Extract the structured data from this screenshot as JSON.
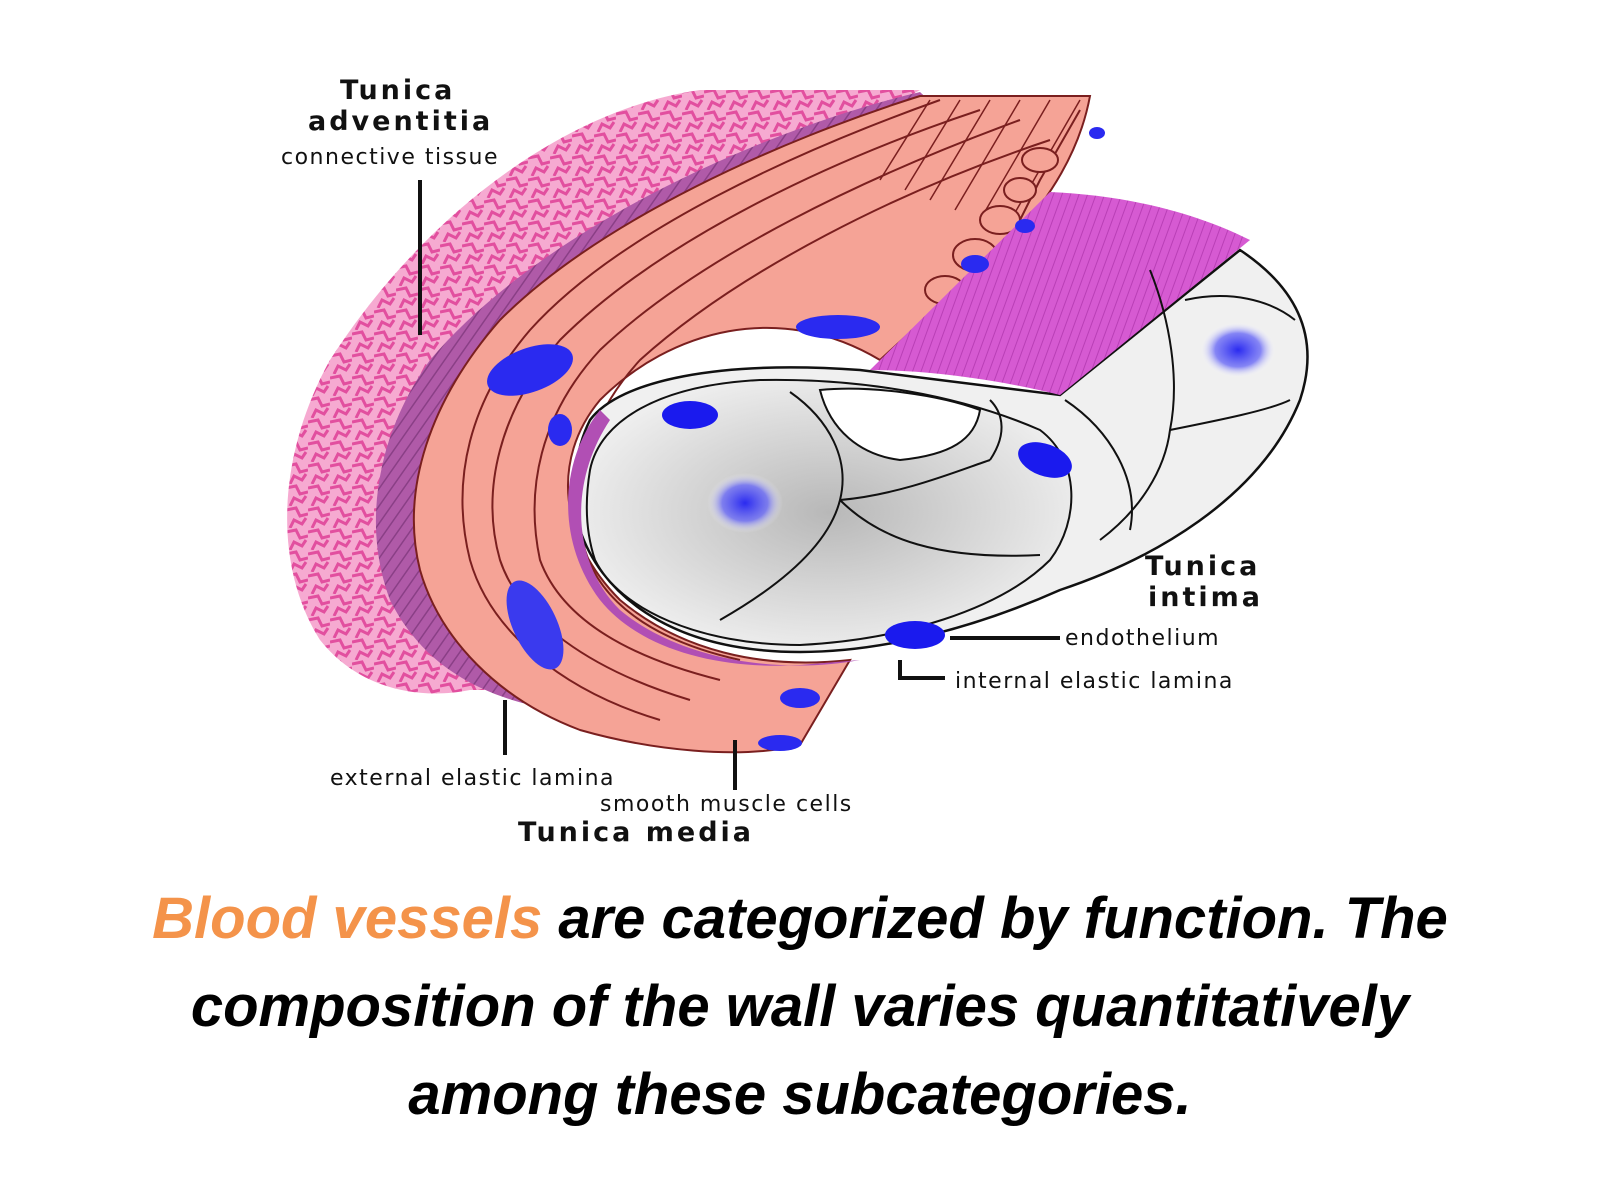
{
  "labels": {
    "adventitia_title_1": "Tunica",
    "adventitia_title_2": "adventitia",
    "adventitia_sub": "connective tissue",
    "intima_title_1": "Tunica",
    "intima_title_2": "intima",
    "endothelium": "endothelium",
    "internal_elastic_lamina": "internal elastic lamina",
    "external_elastic_lamina": "external elastic lamina",
    "smooth_muscle_cells": "smooth muscle cells",
    "media_title": "Tunica media"
  },
  "caption": {
    "highlight": "Blood vessels",
    "text": " are categorized by function.  The composition of the wall varies quantitatively among these subcategories."
  },
  "colors": {
    "highlight": "#f4934a",
    "adventitia": "#ec5fa8",
    "media": "#f39a8e",
    "intima_band": "#d45bd0",
    "endothelium": "#eeeeee",
    "nucleus": "#1a1aee"
  }
}
